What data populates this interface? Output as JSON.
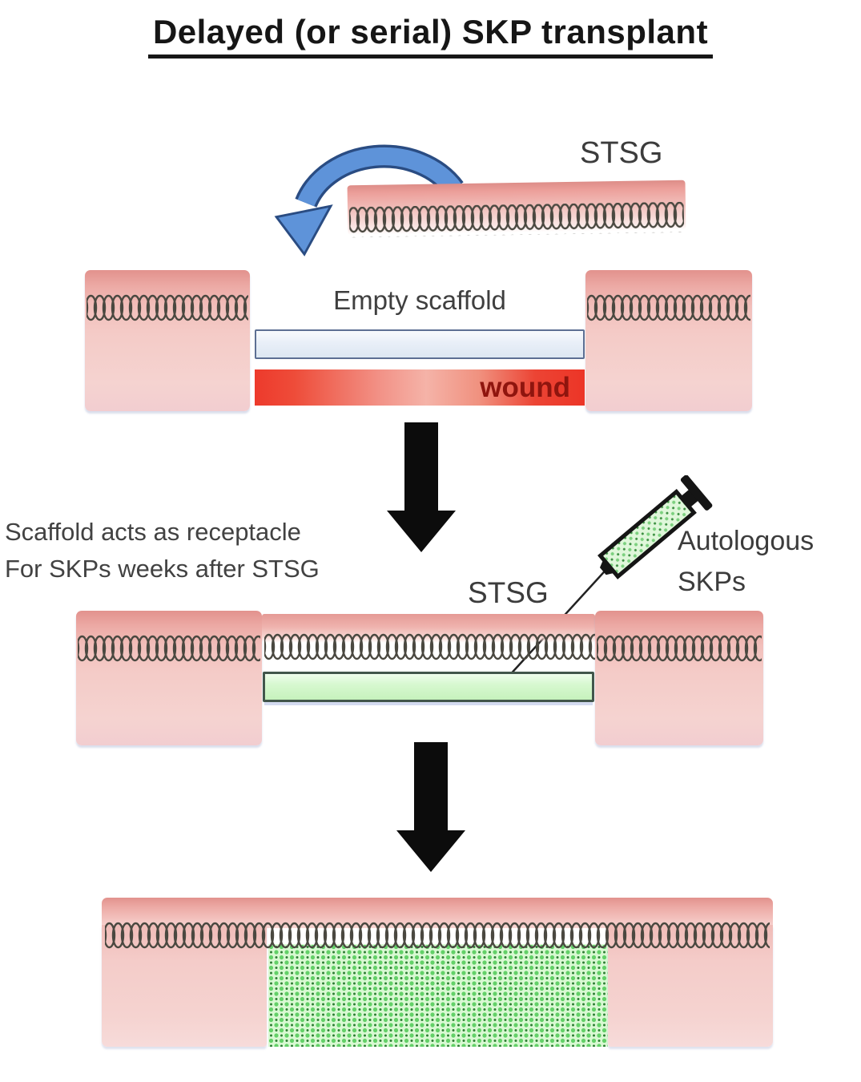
{
  "title": "Delayed (or serial) SKP transplant",
  "stage1": {
    "graft_label": "STSG",
    "scaffold_label": "Empty scaffold",
    "wound_label": "wound"
  },
  "stage2": {
    "caption_line1": "Scaffold acts as receptacle",
    "caption_line2": "For SKPs weeks after STSG",
    "graft_label": "STSG",
    "syringe_label_line1": "Autologous",
    "syringe_label_line2": "SKPs"
  },
  "colors": {
    "skin_light": "#f4cdc9",
    "skin_dark": "#e2928d",
    "suture_coil": "#4a4840",
    "scaffold_fill": "#e9eff8",
    "scaffold_border": "#5d6f93",
    "wound_red": "#ed3a2c",
    "wound_label_red": "#8f150e",
    "skp_green_fill": "#c6f2bc",
    "skp_green_border": "#42564b",
    "skp_dot_green": "#2e7d34",
    "transfer_arrow_blue": "#5e93d9",
    "flow_arrow_black": "#0c0c0c",
    "text_dark": "#3d3d3d"
  }
}
